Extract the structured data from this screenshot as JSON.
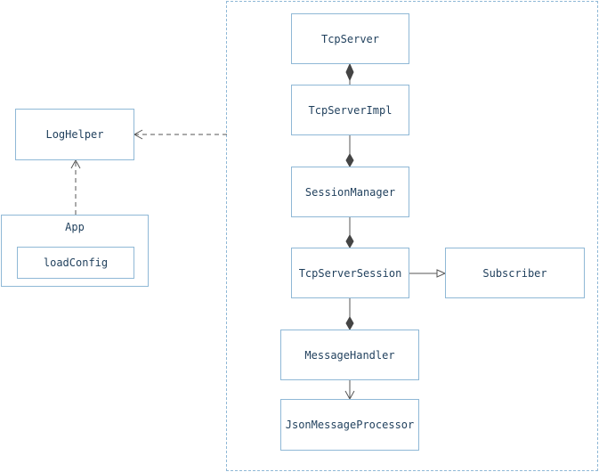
{
  "nodes": {
    "log_helper": "LogHelper",
    "app": "App",
    "load_config": "loadConfig",
    "tcp_server": "TcpServer",
    "tcp_server_impl": "TcpServerImpl",
    "session_manager": "SessionManager",
    "tcp_server_session": "TcpServerSession",
    "subscriber": "Subscriber",
    "message_handler": "MessageHandler",
    "json_message_processor": "JsonMessageProcessor"
  },
  "colors": {
    "box_border": "#8fb8d6",
    "group_border": "#8fb8d6",
    "text": "#1f3f5c",
    "connector": "#555555"
  }
}
